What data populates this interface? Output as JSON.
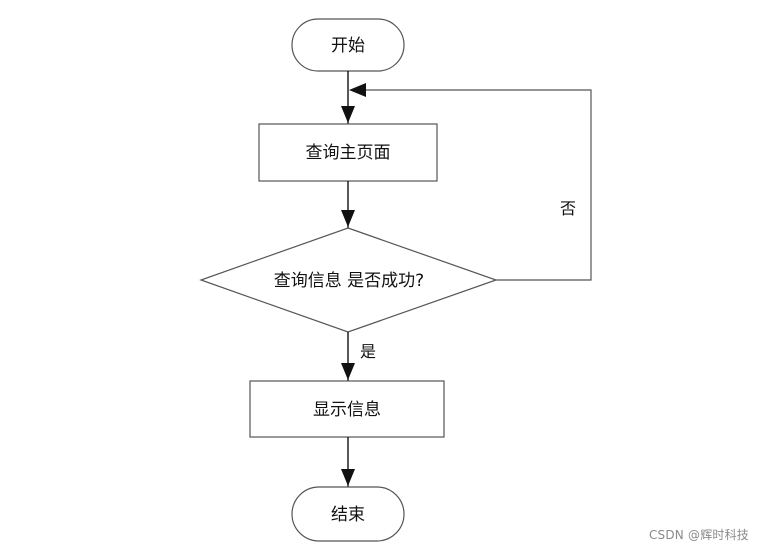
{
  "nodes": {
    "start": "开始",
    "query_home": "查询主页面",
    "decision": "查询信息 是否成功?",
    "show_info": "显示信息",
    "end": "结束"
  },
  "edges": {
    "no_label": "否",
    "yes_label": "是"
  },
  "colors": {
    "stroke": "#555555",
    "arrow": "#111111",
    "text": "#111111",
    "watermark": "#8a8a8a"
  },
  "watermark": "CSDN @辉时科技"
}
